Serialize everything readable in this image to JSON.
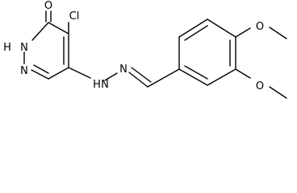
{
  "molecule": {
    "atoms": {
      "oxygen_carbonyl": "O",
      "nitrogen_nh_ring": "N",
      "hydrogen_nh_ring": "H",
      "chlorine": "Cl",
      "nitrogen_ring": "N",
      "nitrogen_hydrazone_nh": "N",
      "hydrogen_hydrazone": "H",
      "nitrogen_hydrazone": "N",
      "oxygen_methoxy_top": "O",
      "oxygen_methoxy_bottom": "O"
    }
  }
}
